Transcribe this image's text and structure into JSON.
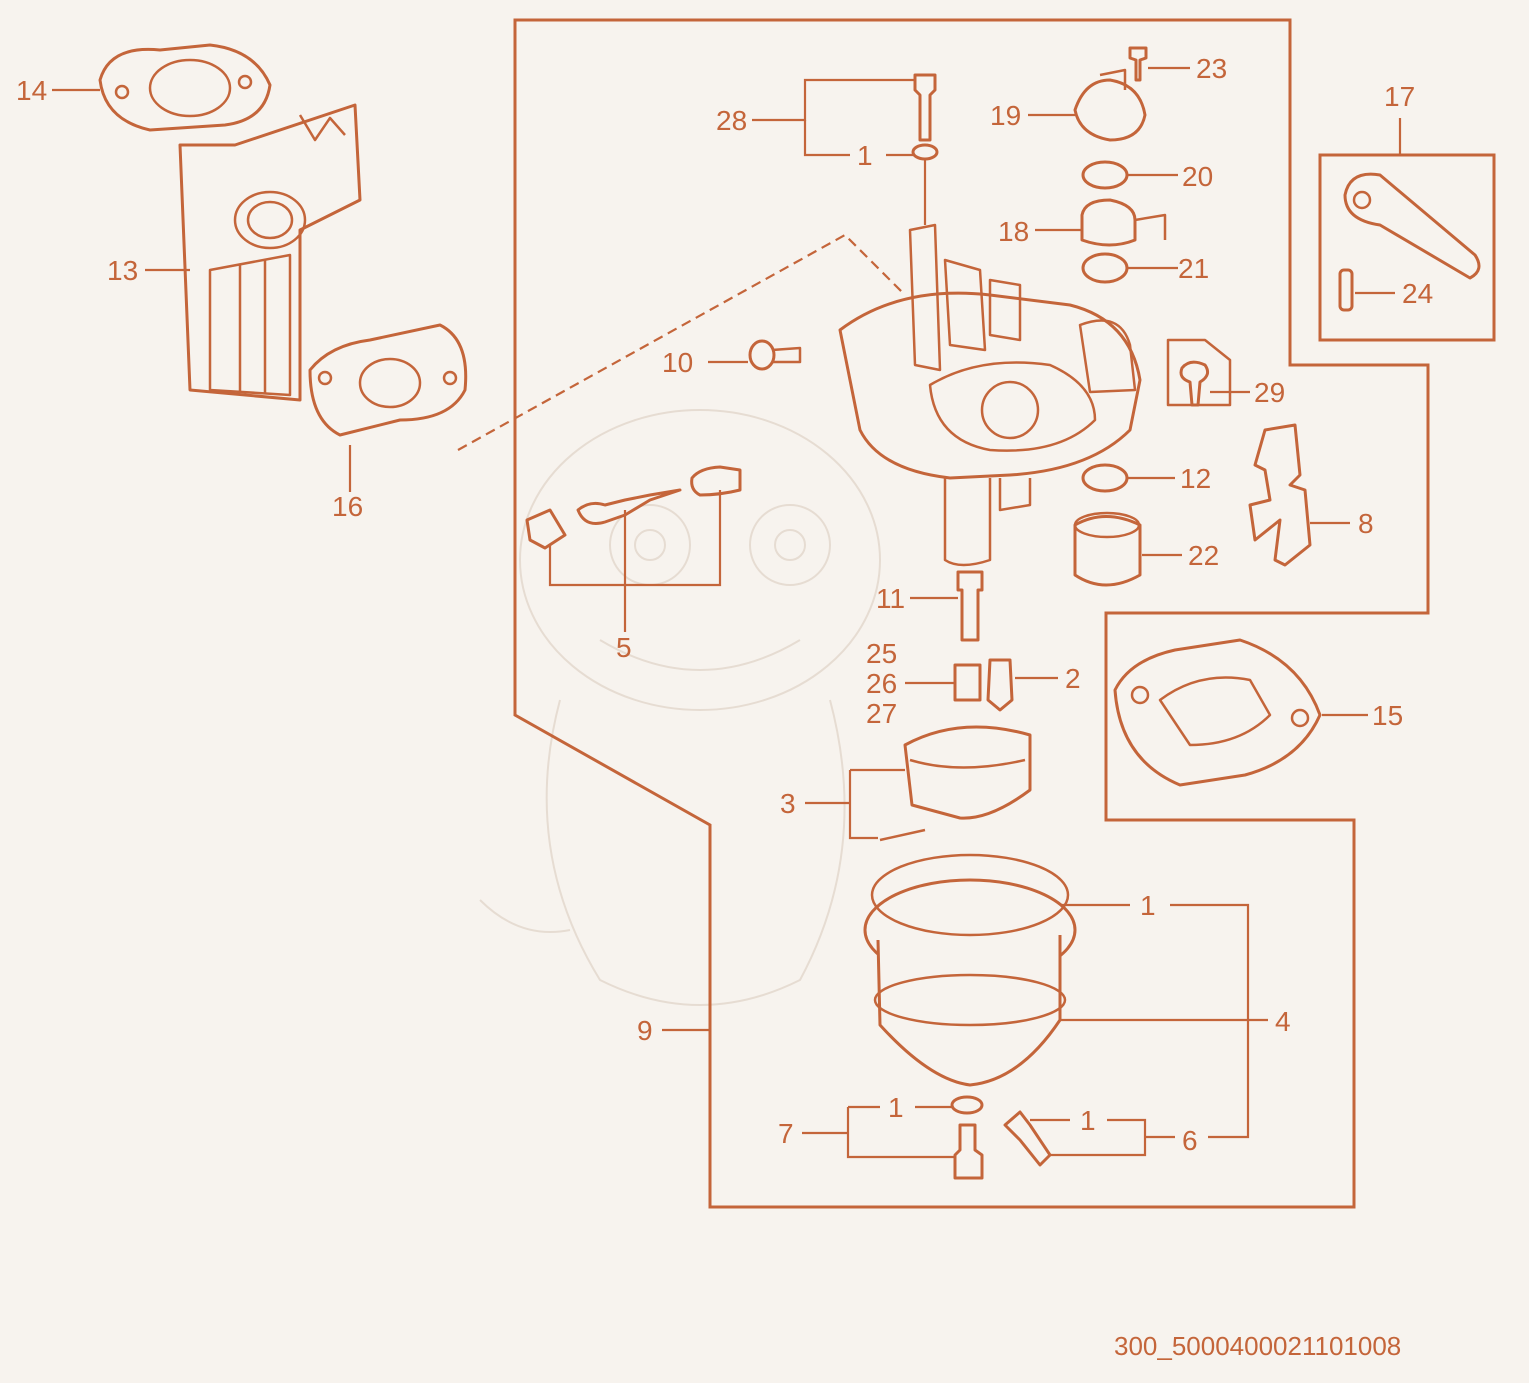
{
  "diagram": {
    "colors": {
      "line": "#c4653a",
      "background": "#f7f3ee",
      "watermark": "#e6dcd2"
    },
    "callouts": {
      "p1_top": "1",
      "p1_bowl": "1",
      "p1_drain_left": "1",
      "p1_drain_right": "1",
      "p2": "2",
      "p3": "3",
      "p4": "4",
      "p5": "5",
      "p6": "6",
      "p7": "7",
      "p8": "8",
      "p9": "9",
      "p10": "10",
      "p11": "11",
      "p12": "12",
      "p13": "13",
      "p14": "14",
      "p15": "15",
      "p16": "16",
      "p17": "17",
      "p18": "18",
      "p19": "19",
      "p20": "20",
      "p21": "21",
      "p22": "22",
      "p23": "23",
      "p24": "24",
      "p25": "25",
      "p26": "26",
      "p27": "27",
      "p28": "28",
      "p29": "29"
    },
    "diagram_code": "300_5000400021101008"
  }
}
